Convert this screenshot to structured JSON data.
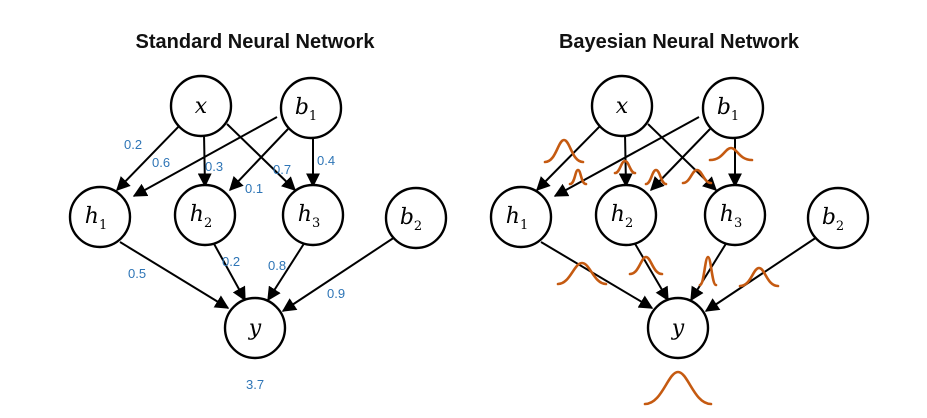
{
  "colors": {
    "weight_text": "#2e75b6",
    "distribution": "#c55a11",
    "node_stroke": "#000000"
  },
  "standard": {
    "title": "Standard Neural Network",
    "nodes": {
      "x": {
        "base": "x",
        "sub": ""
      },
      "b1": {
        "base": "b",
        "sub": "1"
      },
      "h1": {
        "base": "h",
        "sub": "1"
      },
      "h2": {
        "base": "h",
        "sub": "2"
      },
      "h3": {
        "base": "h",
        "sub": "3"
      },
      "b2": {
        "base": "b",
        "sub": "2"
      },
      "y": {
        "base": "y",
        "sub": ""
      }
    },
    "weights": {
      "x_h1": "0.2",
      "b1_h1": "0.6",
      "x_h2": "0.3",
      "b1_h2": "0.1",
      "x_h3": "0.7",
      "b1_h3": "0.4",
      "h1_y": "0.5",
      "h2_y": "0.2",
      "h3_y": "0.8",
      "b2_y": "0.9",
      "output": "3.7"
    }
  },
  "bayesian": {
    "title": "Bayesian Neural Network",
    "nodes": {
      "x": {
        "base": "x",
        "sub": ""
      },
      "b1": {
        "base": "b",
        "sub": "1"
      },
      "h1": {
        "base": "h",
        "sub": "1"
      },
      "h2": {
        "base": "h",
        "sub": "2"
      },
      "h3": {
        "base": "h",
        "sub": "3"
      },
      "b2": {
        "base": "b",
        "sub": "2"
      },
      "y": {
        "base": "y",
        "sub": ""
      }
    }
  }
}
